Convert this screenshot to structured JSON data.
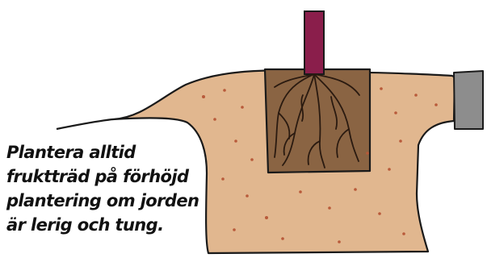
{
  "caption": {
    "lines": [
      "Plantera alltid",
      "fruktträd på förhöjd",
      "plantering om jorden",
      "är lerig och tung."
    ]
  },
  "colors": {
    "mound_soil": "#e1b78f",
    "planting_hole": "#8a6443",
    "trunk": "#8a1e4b",
    "stake": "#8d8d8d",
    "roots": "#2a1a10",
    "soil_dots": "#b85a3a",
    "outline": "#1a1a1a"
  }
}
